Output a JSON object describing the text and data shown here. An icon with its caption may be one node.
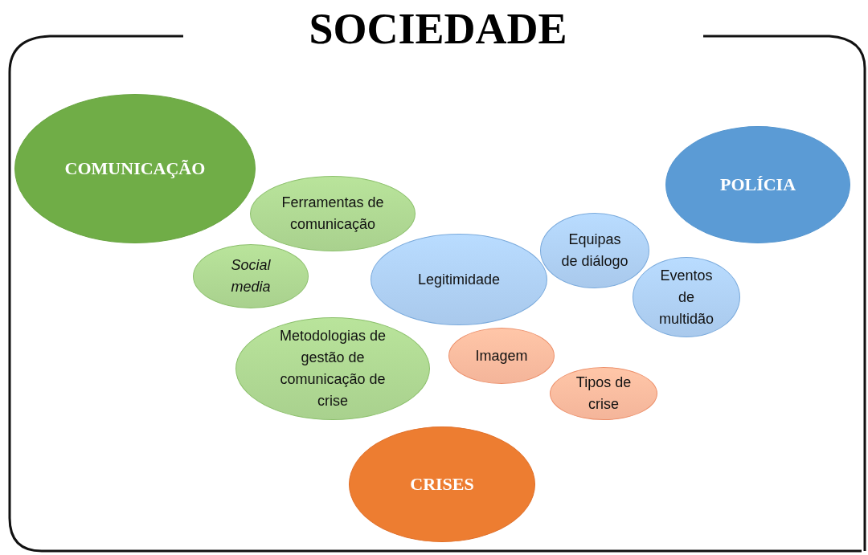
{
  "diagram": {
    "nodes": [
      {
        "text": [
          "SOCIEDADE"
        ]
      },
      {
        "text": [
          "COMUNICAÇÃO"
        ],
        "in": 0
      },
      {
        "text": [
          "POLÍCIA"
        ],
        "in": 0
      },
      {
        "text": [
          "Ferramentas de comunicação"
        ],
        "in": 0
      },
      {
        "text": [
          "Equipas de diálogo"
        ],
        "in": 0
      },
      {
        "text": [
          "Social media"
        ],
        "in": 0
      },
      {
        "text": [
          "Legitimidade"
        ],
        "in": 0
      },
      {
        "text": [
          "Eventos de multidão"
        ],
        "in": 0
      },
      {
        "text": [
          "Imagem"
        ],
        "in": 0
      },
      {
        "text": [
          "Metodologias de gestão de comunicação de crise"
        ],
        "in": 0
      },
      {
        "text": [
          "Tipos de crise"
        ],
        "in": 0
      },
      {
        "text": [
          "CRISES"
        ],
        "in": 0
      }
    ]
  }
}
